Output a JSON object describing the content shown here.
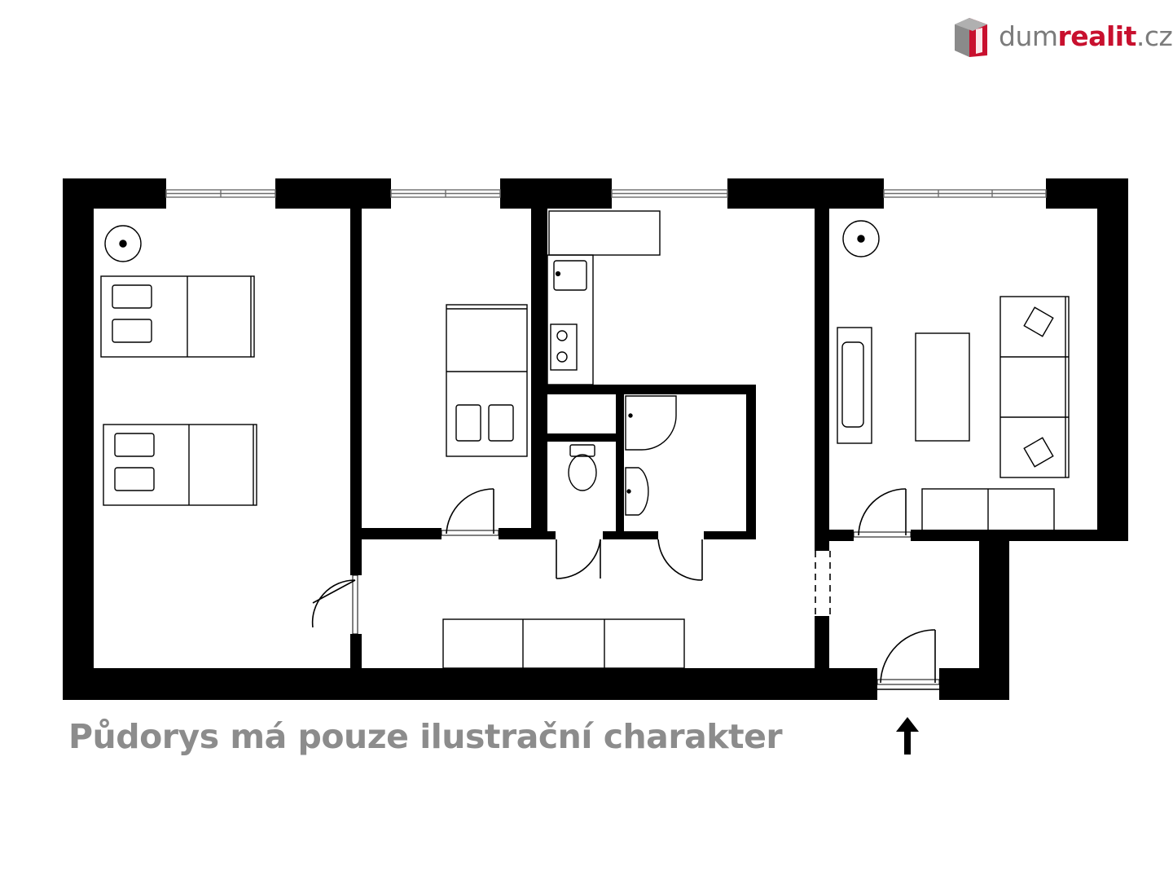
{
  "brand": {
    "name_prefix": "dum",
    "name_accent": "realit",
    "name_suffix": ".cz",
    "color_gray": "#7b7b7b",
    "color_red": "#c8102e",
    "logo_icon": "house-cube-icon"
  },
  "floor_plan": {
    "wall_color": "#000000",
    "background": "#ffffff",
    "disclaimer": "Půdorys má pouze ilustrační charakter",
    "disclaimer_color": "#8c8c8c",
    "entrance_icon": "arrow-up-icon"
  }
}
